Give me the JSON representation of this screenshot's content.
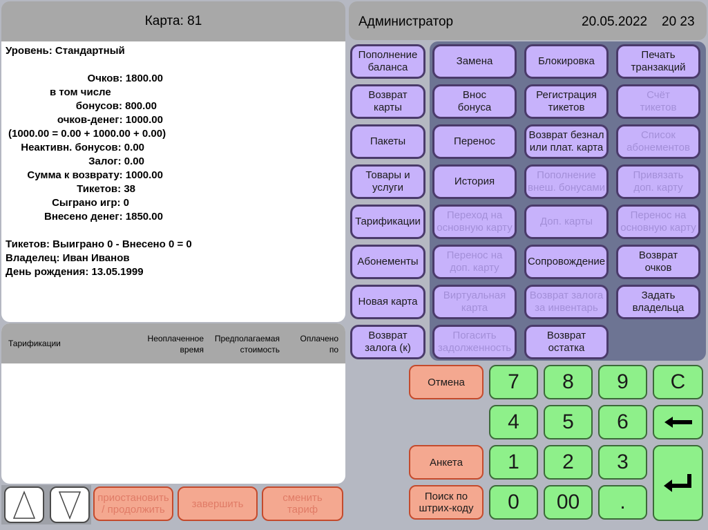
{
  "card": {
    "header": "Карта: 81",
    "lines": [
      "Уровень: Стандартный",
      "Очков: 1800.00",
      "в том числе",
      "бонусов: 800.00",
      "очков-денег: 1000.00",
      "(1000.00 = 0.00 + 1000.00 + 0.00)",
      "Неактивн. бонусов: 0.00",
      "Залог: 0.00",
      "Сумма к возврату: 1000.00",
      "Тикетов: 38",
      "Сыграно игр: 0",
      "Внесено денег: 1850.00",
      "Тикетов: Выиграно 0 - Внесено 0 = 0",
      "Владелец: Иван  Иванов",
      "День рождения: 13.05.1999"
    ]
  },
  "tarif_table": {
    "col1": "Тарификации",
    "col2_l1": "Неоплаченное",
    "col2_l2": "время",
    "col3_l1": "Предполагаемая",
    "col3_l2": "стоимость",
    "col4_l1": "Оплачено",
    "col4_l2": "по"
  },
  "bottom_buttons": {
    "pause_l1": "приостановить",
    "pause_l2": "/ продолжить",
    "finish": "завершить",
    "change_l1": "сменить",
    "change_l2": "тариф"
  },
  "header": {
    "user": "Администратор",
    "date": "20.05.2022",
    "time": "20 23"
  },
  "actions": {
    "topup_l1": "Пополнение",
    "topup_l2": "баланса",
    "replace": "Замена",
    "block": "Блокировка",
    "print_l1": "Печать",
    "print_l2": "транзакций",
    "return_card_l1": "Возврат",
    "return_card_l2": "карты",
    "bonus_l1": "Внос",
    "bonus_l2": "бонуса",
    "reg_tickets_l1": "Регистрация",
    "reg_tickets_l2": "тикетов",
    "count_tickets_l1": "Счёт",
    "count_tickets_l2": "тикетов",
    "packages": "Пакеты",
    "transfer": "Перенос",
    "return_cashless_l1": "Возврат безнал",
    "return_cashless_l2": "или плат. карта",
    "subs_list_l1": "Список",
    "subs_list_l2": "абонементов",
    "goods_l1": "Товары и",
    "goods_l2": "услуги",
    "history": "История",
    "ext_bonus_l1": "Пополнение",
    "ext_bonus_l2": "внеш. бонусами",
    "link_card_l1": "Привязать",
    "link_card_l2": "доп. карту",
    "tarifications": "Тарификации",
    "goto_main_l1": "Переход на",
    "goto_main_l2": "основную карту",
    "extra_cards": "Доп. карты",
    "move_main_l1": "Перенос на",
    "move_main_l2": "основную карту",
    "subscriptions": "Абонементы",
    "move_extra_l1": "Перенос на",
    "move_extra_l2": "доп. карту",
    "escort": "Сопровождение",
    "return_points_l1": "Возврат",
    "return_points_l2": "очков",
    "new_card": "Новая карта",
    "virtual_l1": "Виртуальная",
    "virtual_l2": "карта",
    "return_deposit_inv_l1": "Возврат залога",
    "return_deposit_inv_l2": "за инвентарь",
    "set_owner_l1": "Задать",
    "set_owner_l2": "владельца",
    "return_deposit_l1": "Возврат",
    "return_deposit_l2": "залога (к)",
    "pay_debt_l1": "Погасить",
    "pay_debt_l2": "задолженность",
    "return_rest_l1": "Возврат",
    "return_rest_l2": "остатка"
  },
  "side": {
    "cancel": "Отмена",
    "form": "Анкета",
    "barcode_l1": "Поиск по",
    "barcode_l2": "штрих-коду"
  },
  "keypad": {
    "k7": "7",
    "k8": "8",
    "k9": "9",
    "clear": "C",
    "k4": "4",
    "k5": "5",
    "k6": "6",
    "k1": "1",
    "k2": "2",
    "k3": "3",
    "k0": "0",
    "k00": "00",
    "dot": "."
  },
  "colors": {
    "button_bg": "#c7b2fb",
    "grid_bg": "#6d7493",
    "key_bg": "#8ef08a",
    "salmon_bg": "#f4a890"
  }
}
